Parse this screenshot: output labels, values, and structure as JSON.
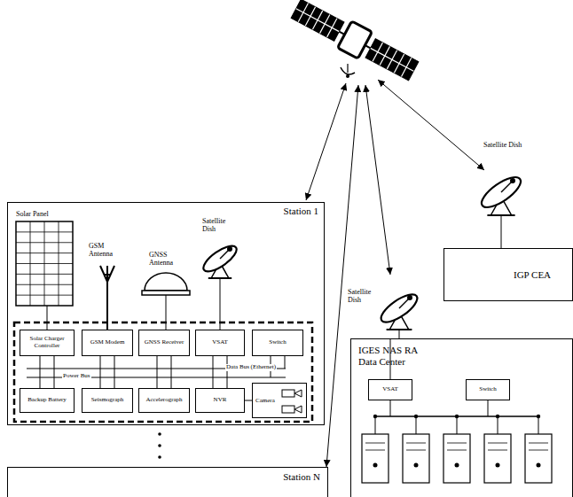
{
  "diagram": {
    "nodes": [
      {
        "text": [
          "Station 1"
        ]
      },
      {
        "text": [
          "Solar Charger Controller"
        ],
        "in": 0
      },
      {
        "text": [
          "GSM Modem"
        ],
        "in": 0
      },
      {
        "text": [
          "GNSS Receiver"
        ],
        "in": 0
      },
      {
        "text": [
          "VSAT"
        ],
        "in": 0
      },
      {
        "text": [
          "Switch"
        ],
        "in": 0
      },
      {
        "text": [
          "Backup Battery"
        ],
        "in": 0
      },
      {
        "text": [
          "Seismograph"
        ],
        "in": 0
      },
      {
        "text": [
          "Accelerograph"
        ],
        "in": 0
      },
      {
        "text": [
          "NVR"
        ],
        "in": 0
      },
      {
        "text": [
          "Camera"
        ],
        "in": 0
      },
      {
        "text": [
          "Station N"
        ]
      },
      {
        "text": [
          "IGES NAS RA Data Center"
        ]
      },
      {
        "text": [
          "VSAT"
        ],
        "in": 12
      },
      {
        "text": [
          "Switch"
        ],
        "in": 12
      },
      {
        "text": [
          "IGP CEA"
        ]
      }
    ],
    "edges": [
      {
        "from": 9,
        "to": 10,
        "arrow": "none"
      }
    ],
    "labels": [
      "Solar Panel",
      "GSM Antenna",
      "GNSS Antenna",
      "Satellite Dish",
      "Power Bus",
      "Data Bus (Ethernet)",
      "Satellite Dish",
      "Satellite Dish"
    ]
  }
}
